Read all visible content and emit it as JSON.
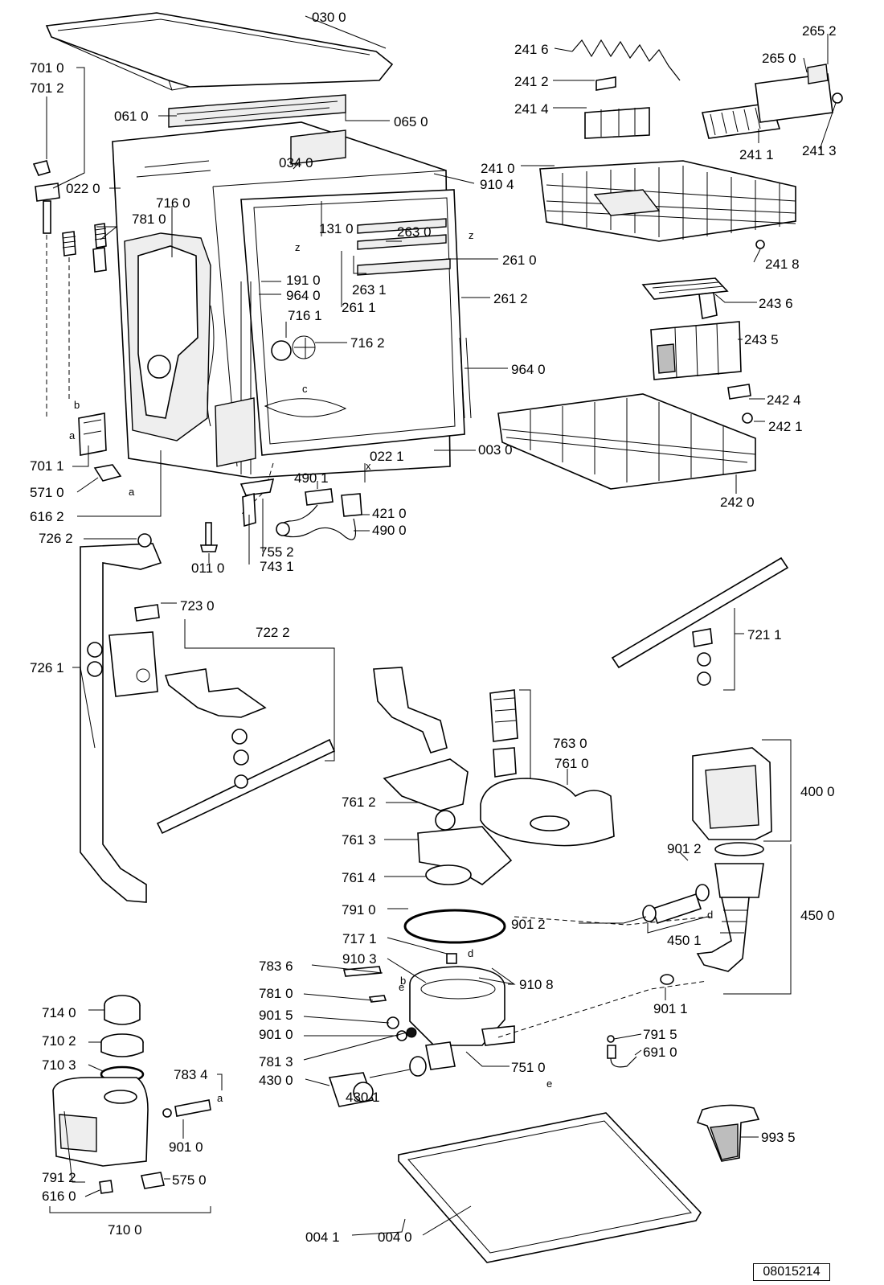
{
  "diagram": {
    "drawing_code": "08015214",
    "callouts": [
      "030 0",
      "065 0",
      "061 0",
      "034 0",
      "910 4",
      "022 0",
      "701 0",
      "701 2",
      "716 0",
      "781 0",
      "131 0",
      "263 0",
      "261 0",
      "191 0",
      "964 0",
      "263 1",
      "261 1",
      "716 1",
      "716 2",
      "261 2",
      "964 0",
      "003 0",
      "022 1",
      "490 1",
      "421 0",
      "490 0",
      "701 1",
      "571 0",
      "616 2",
      "726 2",
      "011 0",
      "755 2",
      "743 1",
      "241 6",
      "241 2",
      "241 4",
      "265 2",
      "265 0",
      "241 0",
      "241 1",
      "241 3",
      "241 8",
      "243 6",
      "243 5",
      "242 4",
      "242 1",
      "242 0",
      "723 0",
      "722 2",
      "726 1",
      "721 1",
      "763 0",
      "761 0",
      "761 2",
      "761 3",
      "761 4",
      "791 0",
      "717 1",
      "910 3",
      "910 8",
      "783 6",
      "781 0",
      "901 5",
      "901 0",
      "781 3",
      "430 0",
      "430 1",
      "751 0",
      "400 0",
      "901 2",
      "450 0",
      "901 2",
      "450 1",
      "901 1",
      "791 5",
      "691 0",
      "714 0",
      "710 2",
      "710 3",
      "783 4",
      "791 2",
      "616 0",
      "575 0",
      "901 0",
      "710 0",
      "993 5",
      "004 1",
      "004 0"
    ],
    "letter_marks": [
      "z",
      "z",
      "x",
      "c",
      "b",
      "a",
      "a",
      "b",
      "e",
      "e",
      "d",
      "d",
      "a"
    ]
  }
}
